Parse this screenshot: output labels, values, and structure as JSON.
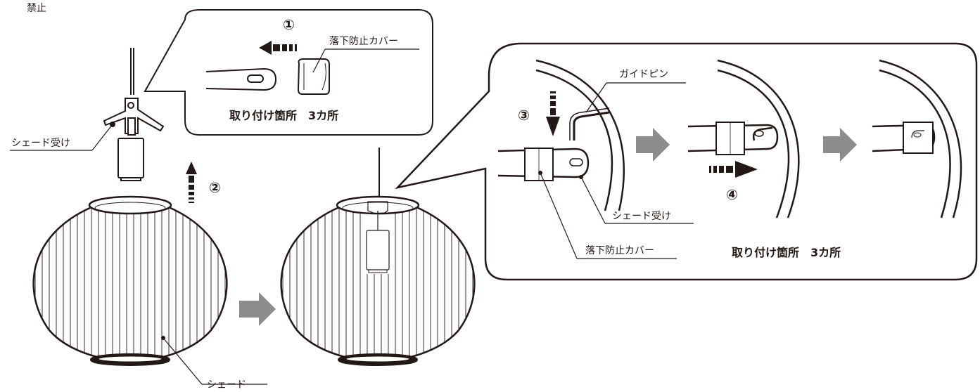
{
  "top_caption": "禁止",
  "labels": {
    "shade_holder_left": "シェード受け",
    "shade": "シェード",
    "fall_cover_top": "落下防止カバー",
    "guide_pin": "ガイドピン",
    "shade_holder_right": "シェード受け",
    "fall_cover_right": "落下防止カバー"
  },
  "captions": {
    "mount_points_top": "取り付け箇所　3カ所",
    "mount_points_right": "取り付け箇所　3カ所"
  },
  "steps": {
    "s1": "①",
    "s2": "②",
    "s3": "③",
    "s4": "④"
  },
  "colors": {
    "line": "#231815",
    "arrow_gray": "#8c8c8c",
    "background": "#ffffff"
  }
}
